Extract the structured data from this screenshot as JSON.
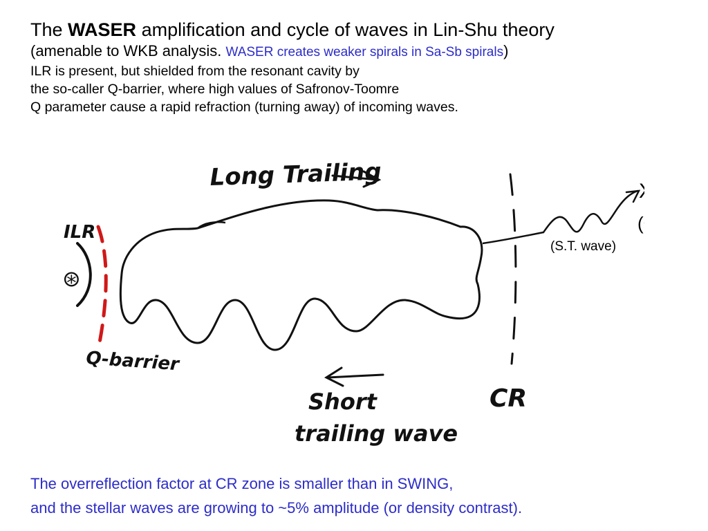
{
  "header": {
    "title_prefix": "The",
    "title_bold": "WASER",
    "title_suffix": "amplification and cycle of waves in Lin-Shu theory",
    "sub_prefix": "(amenable to WKB analysis.",
    "sub_blue": "WASER creates weaker spirals in Sa-Sb spirals",
    "sub_suffix": ")",
    "lines": [
      "ILR is present, but shielded from the resonant cavity by",
      "the so-caller Q-barrier, where high values of Safronov-Toomre",
      "Q parameter cause a rapid refraction (turning away) of incoming waves."
    ]
  },
  "diagram": {
    "long_trailing": "Long Trailing",
    "ilr": "ILR",
    "q_barrier": "Q-barrier",
    "cr": "CR",
    "short_line1": "Short",
    "short_line2": "trailing wave",
    "x_mark": "X",
    "olr": "(OLR)",
    "st_wave": "(S.T. wave)",
    "center_symbol": "⊛",
    "colors": {
      "ink": "#111111",
      "red_dash": "#d01818",
      "blue_text": "#2c2cc8"
    }
  },
  "footer": {
    "line1": "The overreflection factor at CR zone is smaller than in SWING,",
    "line2": "and the stellar waves are growing to ~5% amplitude (or density contrast)."
  }
}
